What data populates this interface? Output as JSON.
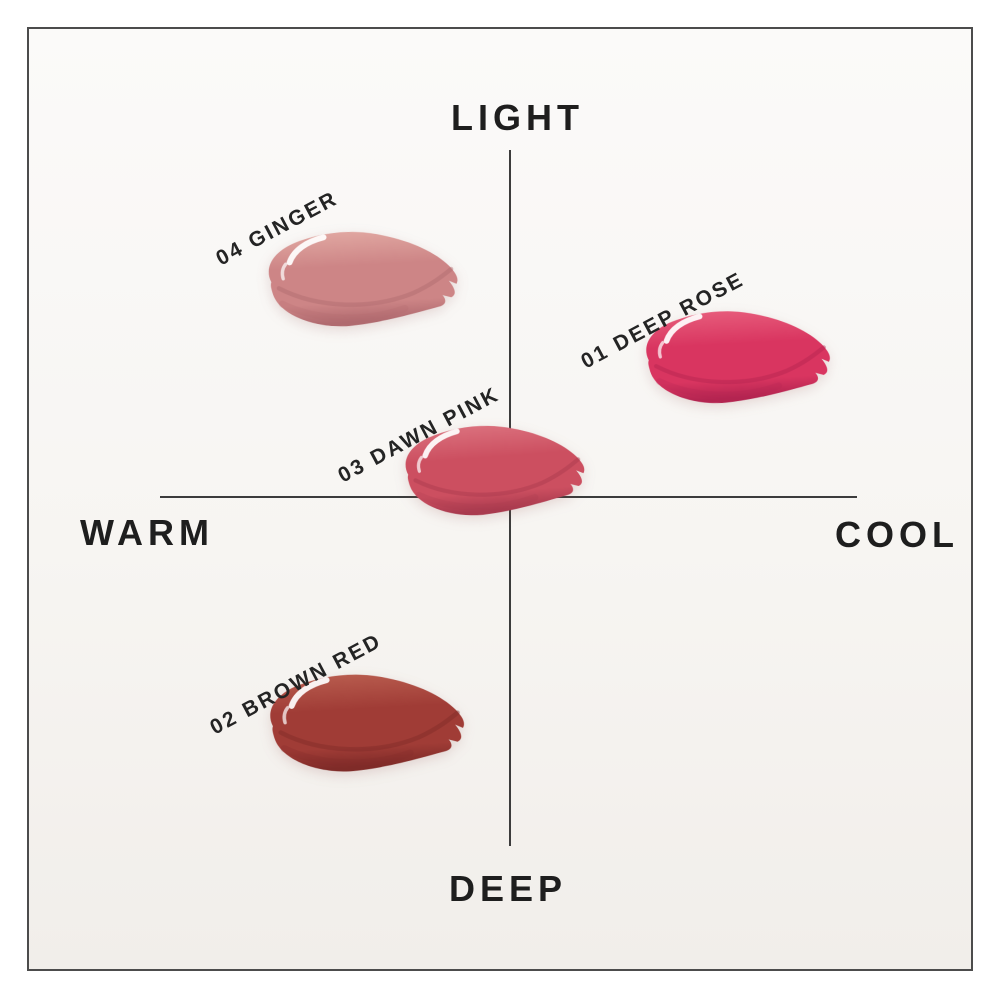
{
  "frame": {
    "border_color": "#4c4c4c",
    "background": "#f6f4f1"
  },
  "axes": {
    "top": "LIGHT",
    "bottom": "DEEP",
    "left": "WARM",
    "right": "COOL",
    "line_color": "#3c3c3c",
    "label_color": "#1e1e1e"
  },
  "shades": [
    {
      "id": "01",
      "label": "01 DEEP ROSE",
      "color_base": "#d93560",
      "color_light": "#e96380",
      "color_dark": "#b32450"
    },
    {
      "id": "02",
      "label": "02 BROWN RED",
      "color_base": "#a03c36",
      "color_light": "#bc6152",
      "color_dark": "#7f2b28"
    },
    {
      "id": "03",
      "label": "03 DAWN PINK",
      "color_base": "#cc4f60",
      "color_light": "#dd7682",
      "color_dark": "#a93a4e"
    },
    {
      "id": "04",
      "label": "04 GINGER",
      "color_base": "#cd8586",
      "color_light": "#e4ada6",
      "color_dark": "#b06a6f"
    }
  ],
  "chart_data": {
    "type": "scatter",
    "title": "",
    "axis_labels": {
      "y_top": "LIGHT",
      "y_bottom": "DEEP",
      "x_left": "WARM",
      "x_right": "COOL"
    },
    "x_range": [
      -1,
      1
    ],
    "y_range": [
      -1,
      1
    ],
    "grid": false,
    "legend": "none",
    "points": [
      {
        "label": "01 DEEP ROSE",
        "x": 0.65,
        "y": 0.39,
        "color": "#d93560"
      },
      {
        "label": "02 BROWN RED",
        "x": -0.41,
        "y": -0.66,
        "color": "#a03c36"
      },
      {
        "label": "03 DAWN PINK",
        "x": -0.04,
        "y": 0.06,
        "color": "#cc4f60"
      },
      {
        "label": "04 GINGER",
        "x": -0.42,
        "y": 0.61,
        "color": "#cd8586"
      }
    ]
  }
}
